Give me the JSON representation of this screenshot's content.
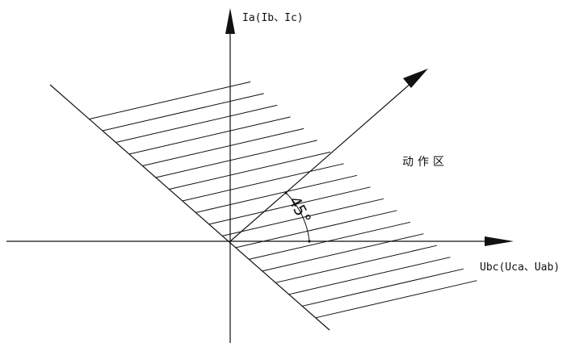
{
  "diagram": {
    "y_axis_label": "Ia(Ib、Ic)",
    "x_axis_label": "Ubc(Uca、Uab)",
    "region_label": "动作区",
    "angle_label": "45°"
  }
}
